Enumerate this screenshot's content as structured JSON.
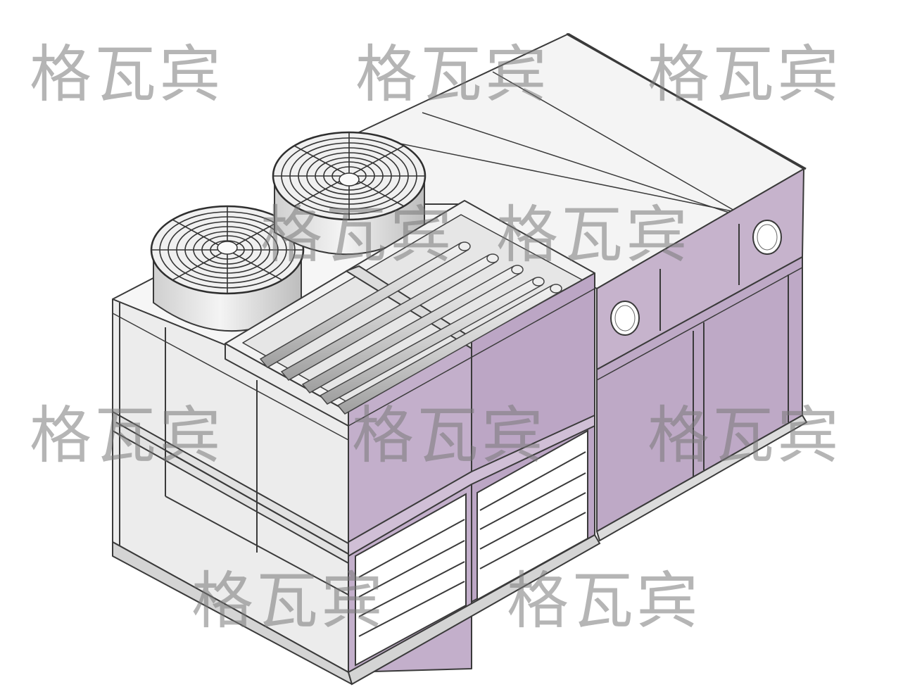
{
  "watermark": {
    "text": "格瓦宾"
  },
  "colors": {
    "panel_purple": "#c9b6cf",
    "panel_purple_dark": "#b8a3c0",
    "panel_gray": "#eeeeee",
    "frame": "#3a3a3a",
    "pipe": "#d8d8d8",
    "fan_housing": "#e4e4e4"
  },
  "components": {
    "fans": [
      "axial-fan-left",
      "axial-fan-right"
    ],
    "spray_pipes": 5,
    "vent_holes": 2,
    "louver_sections": 2
  }
}
